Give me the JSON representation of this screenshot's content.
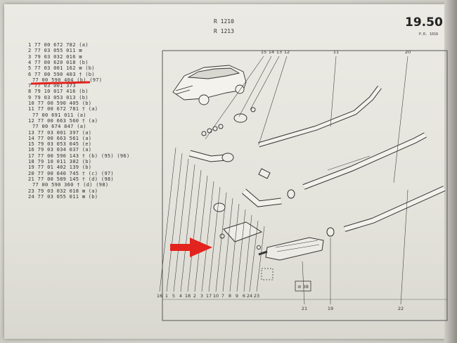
{
  "header": {
    "codes": [
      "R 1210",
      "R 1213"
    ],
    "page_number": "19.50",
    "page_sub": "P.R. 1016"
  },
  "refs": [
    "1 77 00 672 782 (a)",
    "2 77 03 055 011 ⊠",
    "3 79 03 032 016 ⊠",
    "4 77 00 620 018 (b)",
    "5 77 03 001 162 ⊠ (b)",
    "6 77 00 590 403 † (b)",
    "77 00 590 404 (b) (97)",
    "7 77 03 001 373",
    "8 79 10 017 416 (b)",
    "9 79 03 053 013 (b)",
    "10 77 00 590 405 (b)",
    "11 77 00 672 781 † (a)",
    "77 00 691 011 (a)",
    "12 77 00 663 560 † (a)",
    "77 00 674 847 (a)",
    "13 77 03 001 397 (a)",
    "14 77 00 663 561 (a)",
    "15 79 03 053 045 (e)",
    "16 79 03 034 037 (a)",
    "17 77 00 590 143 † (b) (95) (96)",
    "18 79 10 011 382 (b)",
    "19 77 01 402 139 (b)",
    "20 77 00 640 745 † (c) (97)",
    "21 77 00 589 145 † (d) (98)",
    "77 00 590 360 † (d) (98)",
    "23 79 03 032 018 ⊠ (a)",
    "24 77 03 055 011 ⊠ (b)"
  ],
  "diagram": {
    "top_labels": [
      "15",
      "14",
      "13",
      "12",
      "11",
      "20"
    ],
    "bottom_labels": [
      "16",
      "1",
      "5",
      "4",
      "18",
      "2",
      "3",
      "17",
      "10",
      "7",
      "8",
      "9",
      "6",
      "24",
      "23",
      "21",
      "19",
      "22"
    ],
    "box_label": "⊘ 38"
  },
  "annotations": {
    "highlight_color": "#e3231d",
    "arrow_color": "#e3231d"
  }
}
